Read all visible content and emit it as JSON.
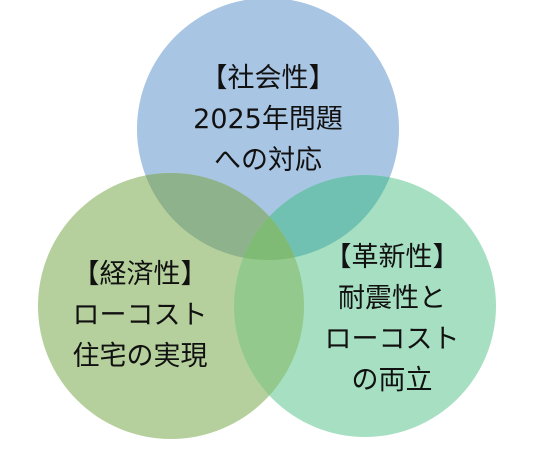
{
  "circles": [
    {
      "id": "social",
      "color": "#a9c5e4",
      "lines": [
        "【社会性】",
        "2025年問題",
        "への対応"
      ]
    },
    {
      "id": "economic",
      "color": "#b5d09c",
      "lines": [
        "【経済性】",
        "ローコスト",
        "住宅の実現"
      ]
    },
    {
      "id": "innovation",
      "color": "#a6dfc1",
      "lines": [
        "【革新性】",
        "耐震性と",
        "ローコスト",
        "の両立"
      ]
    }
  ],
  "overlap_colors": {
    "social_economic": "#8eb38c",
    "social_innovation": "#71c1b3",
    "economic_innovation": "#93c98c",
    "center": "#7fbb74"
  }
}
